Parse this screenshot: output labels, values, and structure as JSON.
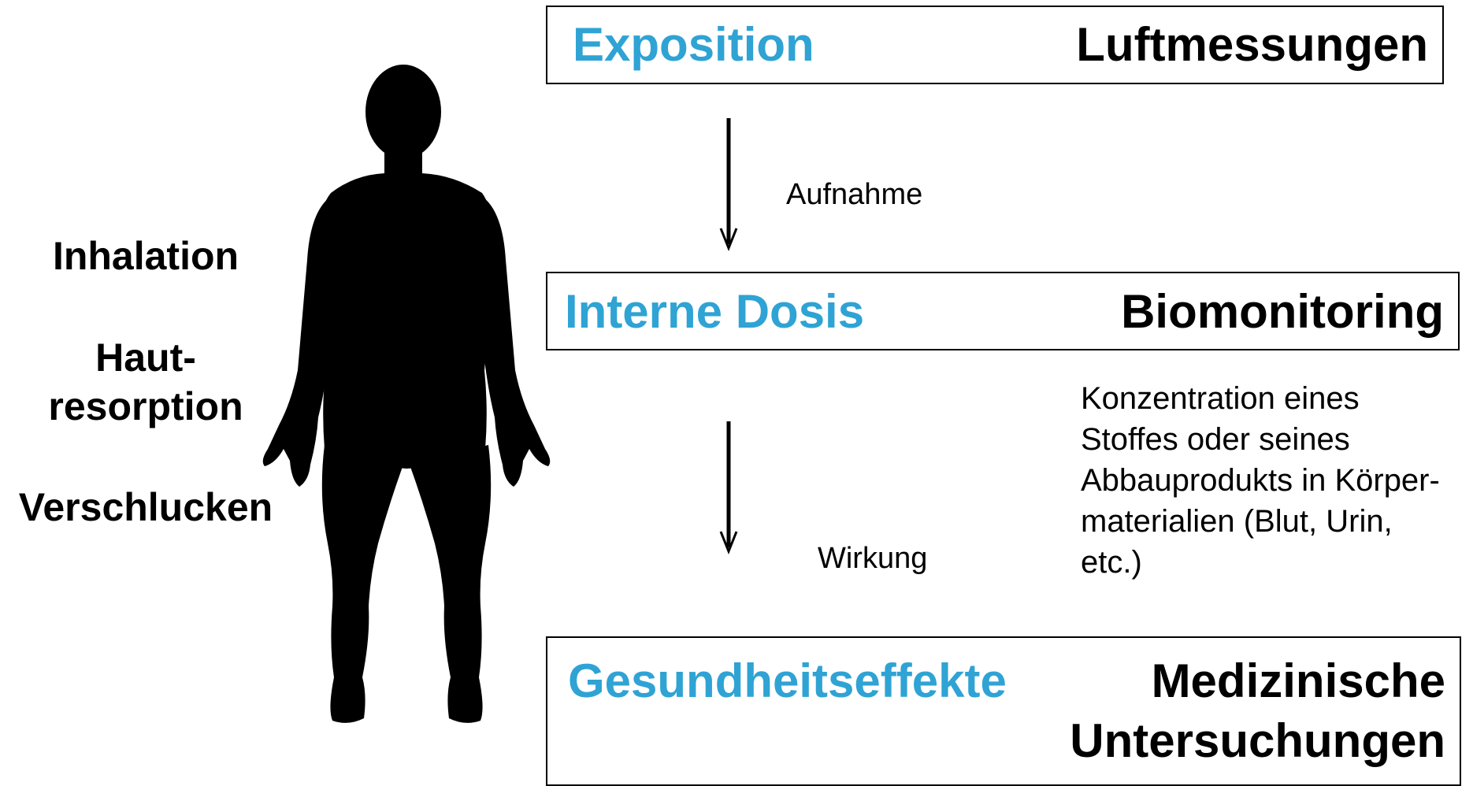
{
  "routes": {
    "inhalation": "Inhalation",
    "skin_line1": "Haut-",
    "skin_line2": "resorption",
    "ingestion": "Verschlucken"
  },
  "boxes": {
    "exposure": {
      "stage": "Exposition",
      "method": "Luftmessungen"
    },
    "internal_dose": {
      "stage": "Interne Dosis",
      "method": "Biomonitoring"
    },
    "health": {
      "stage": "Gesundheitseffekte",
      "method_line1": "Medizinische",
      "method_line2": "Untersuchungen"
    }
  },
  "arrows": {
    "uptake_label": "Aufnahme",
    "effect_label": "Wirkung"
  },
  "note": {
    "lines": [
      "Konzentration eines",
      "Stoffes oder seines",
      "Abbauprodukts in Körper-",
      "materialien (Blut, Urin,",
      "etc.)"
    ]
  },
  "colors": {
    "stage_text": "#2fa3d4",
    "method_text": "#000000",
    "silhouette": "#000000"
  }
}
